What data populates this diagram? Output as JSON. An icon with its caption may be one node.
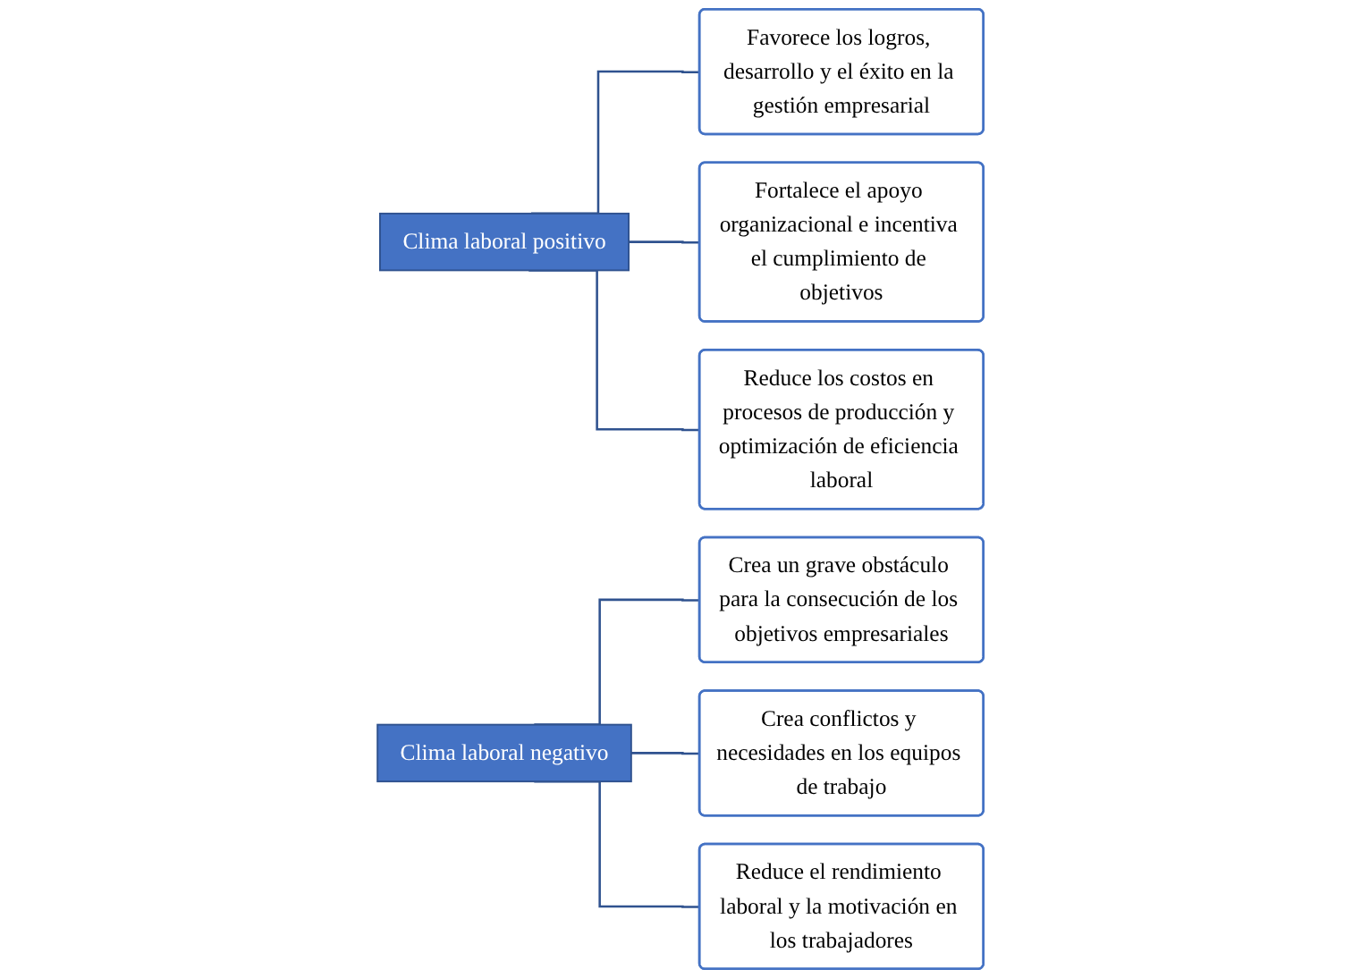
{
  "diagram": {
    "nodes": [
      {
        "text": [
          "Clima laboral positivo"
        ]
      },
      {
        "text": [
          "Favorece los logros, desarrollo y el éxito en la gestión empresarial"
        ]
      },
      {
        "text": [
          "Fortalece el apoyo organizacional e incentiva el cumplimiento de objetivos"
        ]
      },
      {
        "text": [
          "Reduce los costos en procesos de producción y optimización de eficiencia laboral"
        ]
      },
      {
        "text": [
          "Clima laboral negativo"
        ]
      },
      {
        "text": [
          "Crea un grave obstáculo para la consecución de los objetivos empresariales"
        ]
      },
      {
        "text": [
          "Crea conflictos y necesidades en los equipos de trabajo"
        ]
      },
      {
        "text": [
          "Reduce el rendimiento laboral y la motivación en los trabajadores"
        ]
      }
    ],
    "edges": [
      {
        "from": 0,
        "to": 1,
        "arrow": "none"
      },
      {
        "from": 0,
        "to": 2,
        "arrow": "none"
      },
      {
        "from": 0,
        "to": 3,
        "arrow": "none"
      },
      {
        "from": 4,
        "to": 5,
        "arrow": "none"
      },
      {
        "from": 4,
        "to": 6,
        "arrow": "none"
      },
      {
        "from": 4,
        "to": 7,
        "arrow": "none"
      }
    ]
  }
}
